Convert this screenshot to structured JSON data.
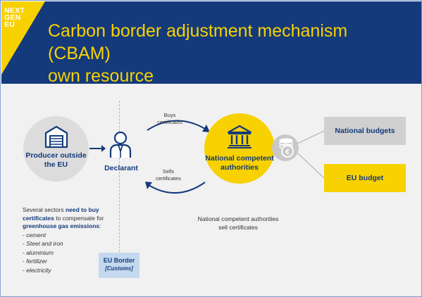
{
  "header": {
    "logo_lines": [
      "NEXT",
      "GEN",
      "EU"
    ],
    "title_line1": "Carbon border adjustment mechanism (CBAM)",
    "title_line2": "own resource"
  },
  "nodes": {
    "producer": "Producer outside the EU",
    "declarant": "Declarant",
    "nca": "National competent authorities",
    "national_budgets": "National budgets",
    "eu_budget": "EU budget"
  },
  "arcs": {
    "buys_line1": "Buys",
    "buys_line2": "certificates",
    "sells_line1": "Sells",
    "sells_line2": "certificates"
  },
  "eu_border": {
    "label": "EU Border",
    "sub": "[Customs]"
  },
  "nca_note": "National competent authorities sell certificates",
  "sectors": {
    "intro_a": "Several sectors ",
    "intro_b": "need to buy",
    "intro_c": "certificates",
    "intro_d": " to compensate for",
    "intro_e": "greenhouse gas emissions",
    "intro_f": ":",
    "items": [
      "cement",
      "Steel and iron",
      "aluminium",
      "fertilizer",
      "electricity"
    ]
  },
  "colors": {
    "navy": "#143a7b",
    "yellow": "#f8d100",
    "grey": "#d0d0d0",
    "light_blue": "#c4d9ee"
  },
  "icons": [
    "factory-icon",
    "declarant-person-icon",
    "building-icon",
    "euro-coins-icon"
  ]
}
